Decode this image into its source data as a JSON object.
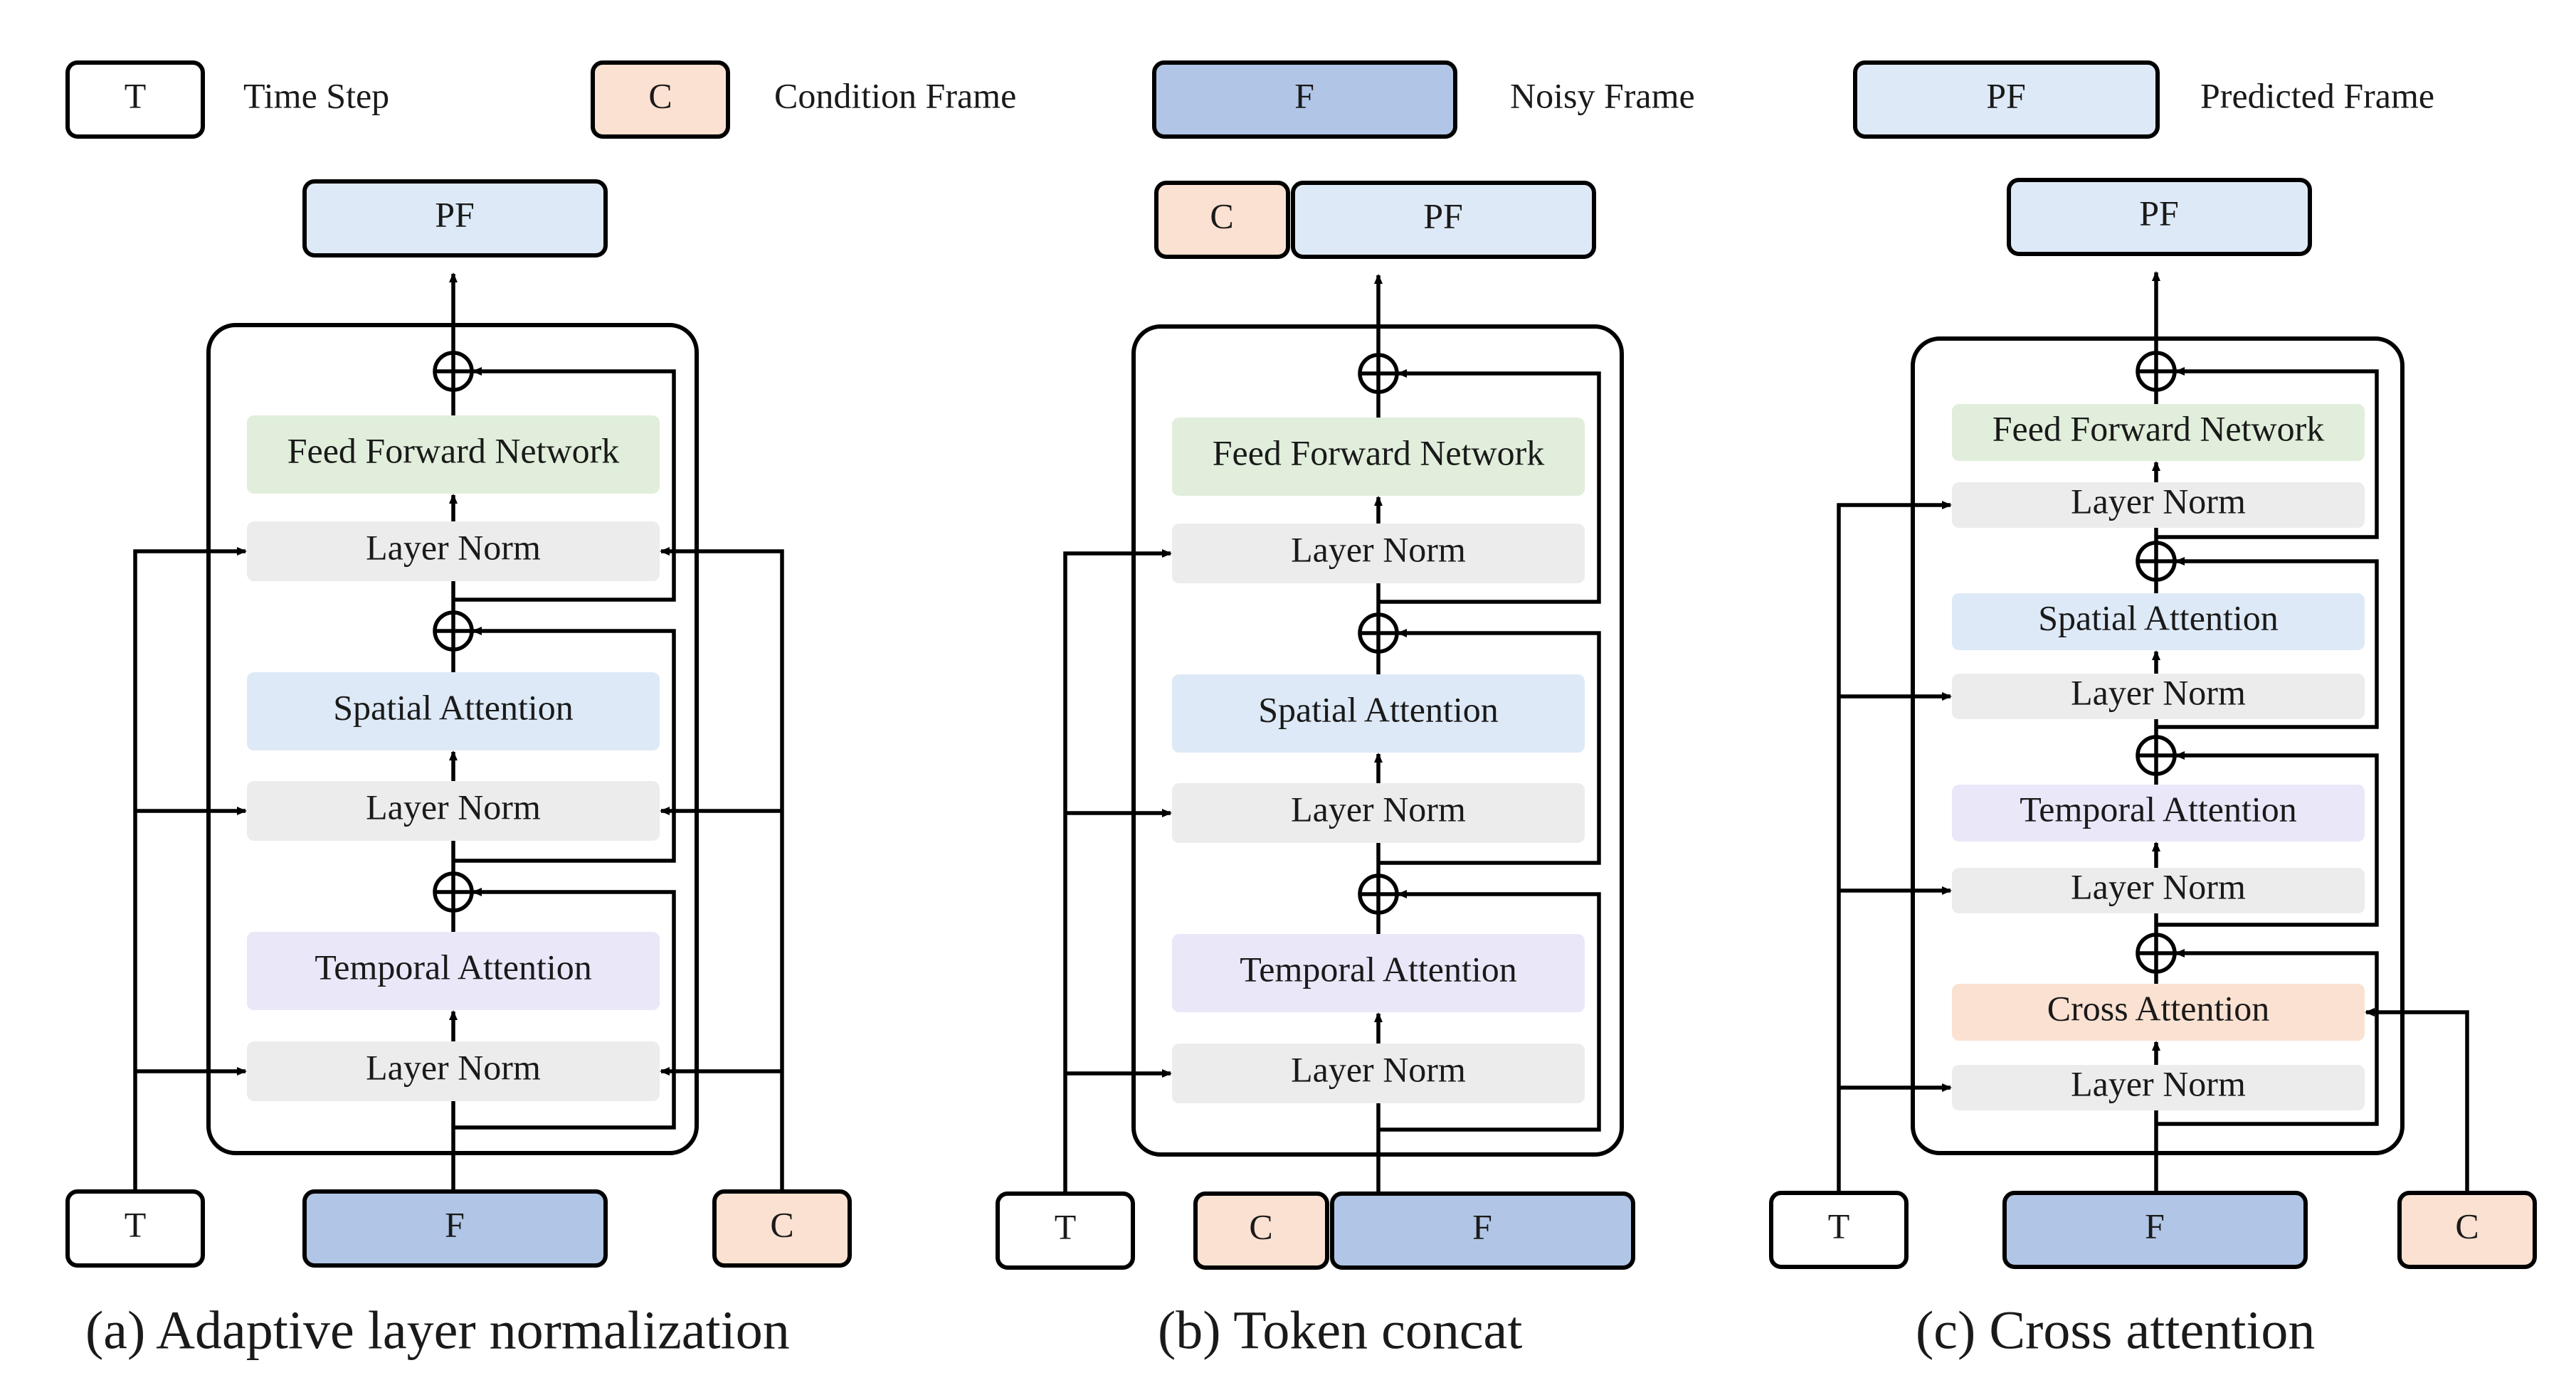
{
  "colors": {
    "time_step": "#ffffff",
    "condition": "#fae1d1",
    "noisy": "#b1c6e6",
    "predicted": "#dde9f6",
    "ffn": "#e0eedb",
    "spatial": "#dde9f6",
    "temporal": "#e9e7f8",
    "layer_norm": "#ececec",
    "cross": "#fae1d1"
  },
  "legend": {
    "time_step": {
      "symbol": "T",
      "label": "Time Step"
    },
    "condition": {
      "symbol": "C",
      "label": "Condition Frame"
    },
    "noisy": {
      "symbol": "F",
      "label": "Noisy Frame"
    },
    "predicted": {
      "symbol": "PF",
      "label": "Predicted Frame"
    }
  },
  "panel_a": {
    "output": "PF",
    "blocks": {
      "ffn": "Feed Forward Network",
      "ln3": "Layer Norm",
      "spatial": "Spatial Attention",
      "ln2": "Layer Norm",
      "temporal": "Temporal Attention",
      "ln1": "Layer Norm"
    },
    "inputs": {
      "t": "T",
      "f": "F",
      "c": "C"
    },
    "caption": "(a) Adaptive layer normalization"
  },
  "panel_b": {
    "output": {
      "c": "C",
      "pf": "PF"
    },
    "blocks": {
      "ffn": "Feed Forward Network",
      "ln3": "Layer Norm",
      "spatial": "Spatial Attention",
      "ln2": "Layer Norm",
      "temporal": "Temporal Attention",
      "ln1": "Layer Norm"
    },
    "inputs": {
      "t": "T",
      "c": "C",
      "f": "F"
    },
    "caption": "(b) Token concat"
  },
  "panel_c": {
    "output": "PF",
    "blocks": {
      "ffn": "Feed Forward Network",
      "ln4": "Layer Norm",
      "spatial": "Spatial Attention",
      "ln3": "Layer Norm",
      "temporal": "Temporal Attention",
      "ln2": "Layer Norm",
      "cross": "Cross Attention",
      "ln1": "Layer Norm"
    },
    "inputs": {
      "t": "T",
      "f": "F",
      "c": "C"
    },
    "caption": "(c) Cross attention"
  }
}
